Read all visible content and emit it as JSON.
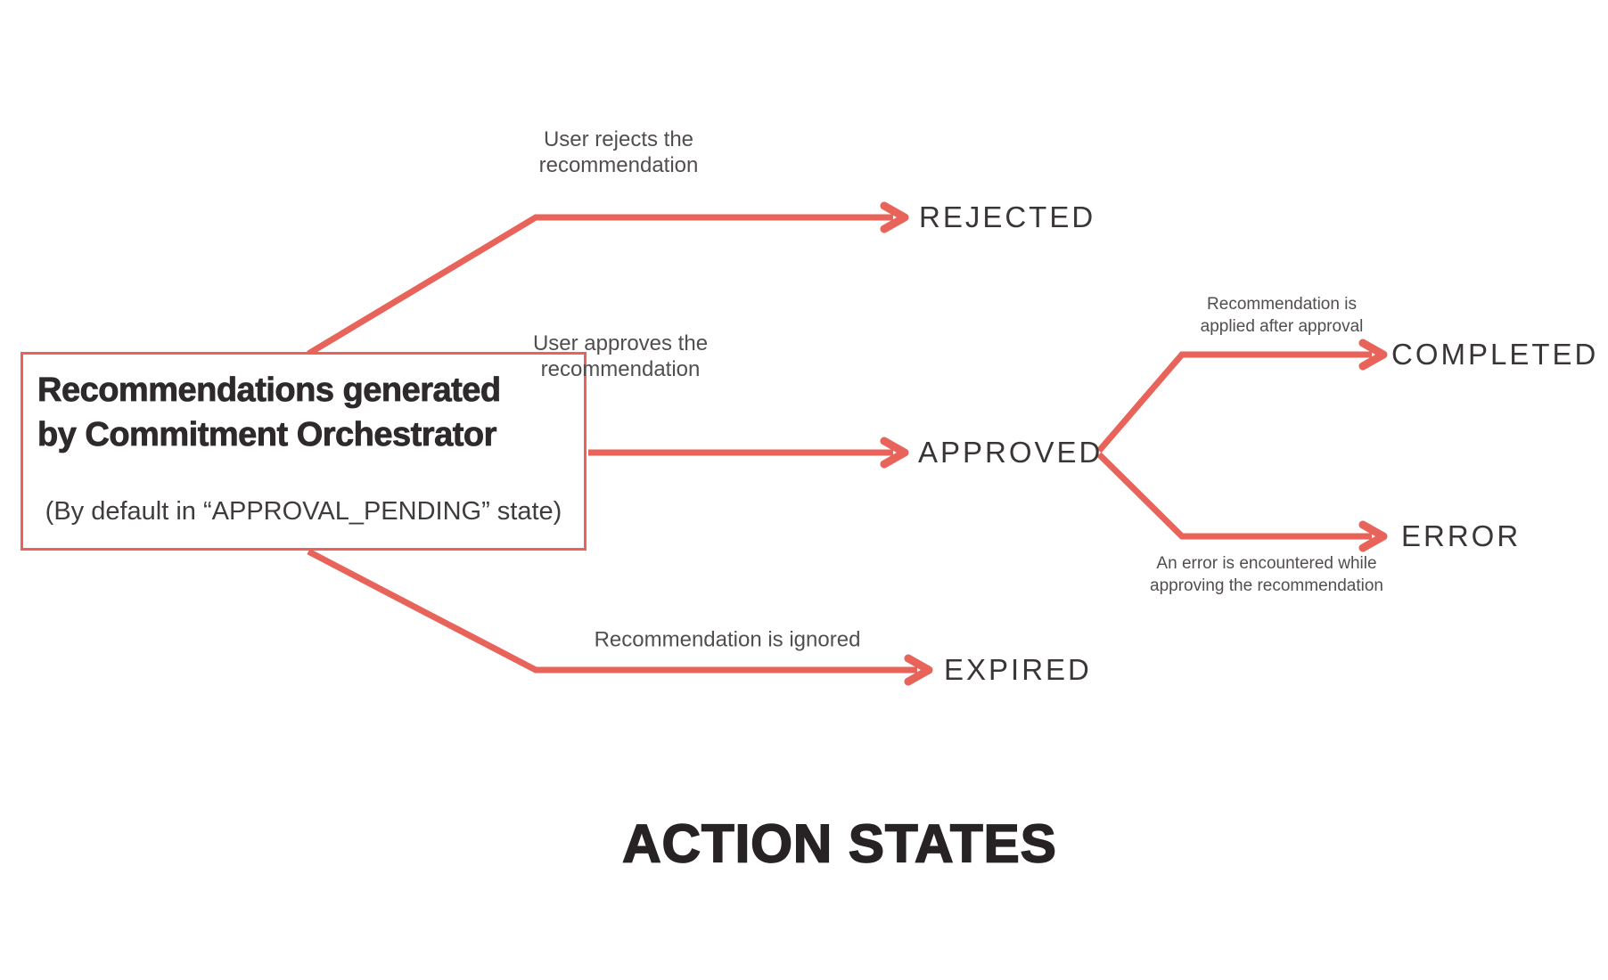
{
  "diagram": {
    "footer_title": "ACTION STATES",
    "source_box": {
      "title_line1": "Recommendations generated",
      "title_line2": "by Commitment Orchestrator",
      "subtitle": "(By default in “APPROVAL_PENDING” state)"
    },
    "transitions": {
      "rejected": {
        "label": "REJECTED",
        "caption_line1": "User rejects the",
        "caption_line2": "recommendation"
      },
      "approved": {
        "label": "APPROVED",
        "caption_line1": "User approves the",
        "caption_line2": "recommendation"
      },
      "expired": {
        "label": "EXPIRED",
        "caption_line1": "Recommendation is ignored"
      },
      "completed": {
        "label": "COMPLETED",
        "caption_line1": "Recommendation is",
        "caption_line2": "applied after approval"
      },
      "error": {
        "label": "ERROR",
        "caption_line1": "An error is encountered while",
        "caption_line2": "approving the recommendation"
      }
    },
    "colors": {
      "connector": "#E8635A",
      "state_label": "#3A3637",
      "caption": "#524E4F",
      "box_title": "#2E2A2B",
      "footer_title": "#272324"
    }
  }
}
